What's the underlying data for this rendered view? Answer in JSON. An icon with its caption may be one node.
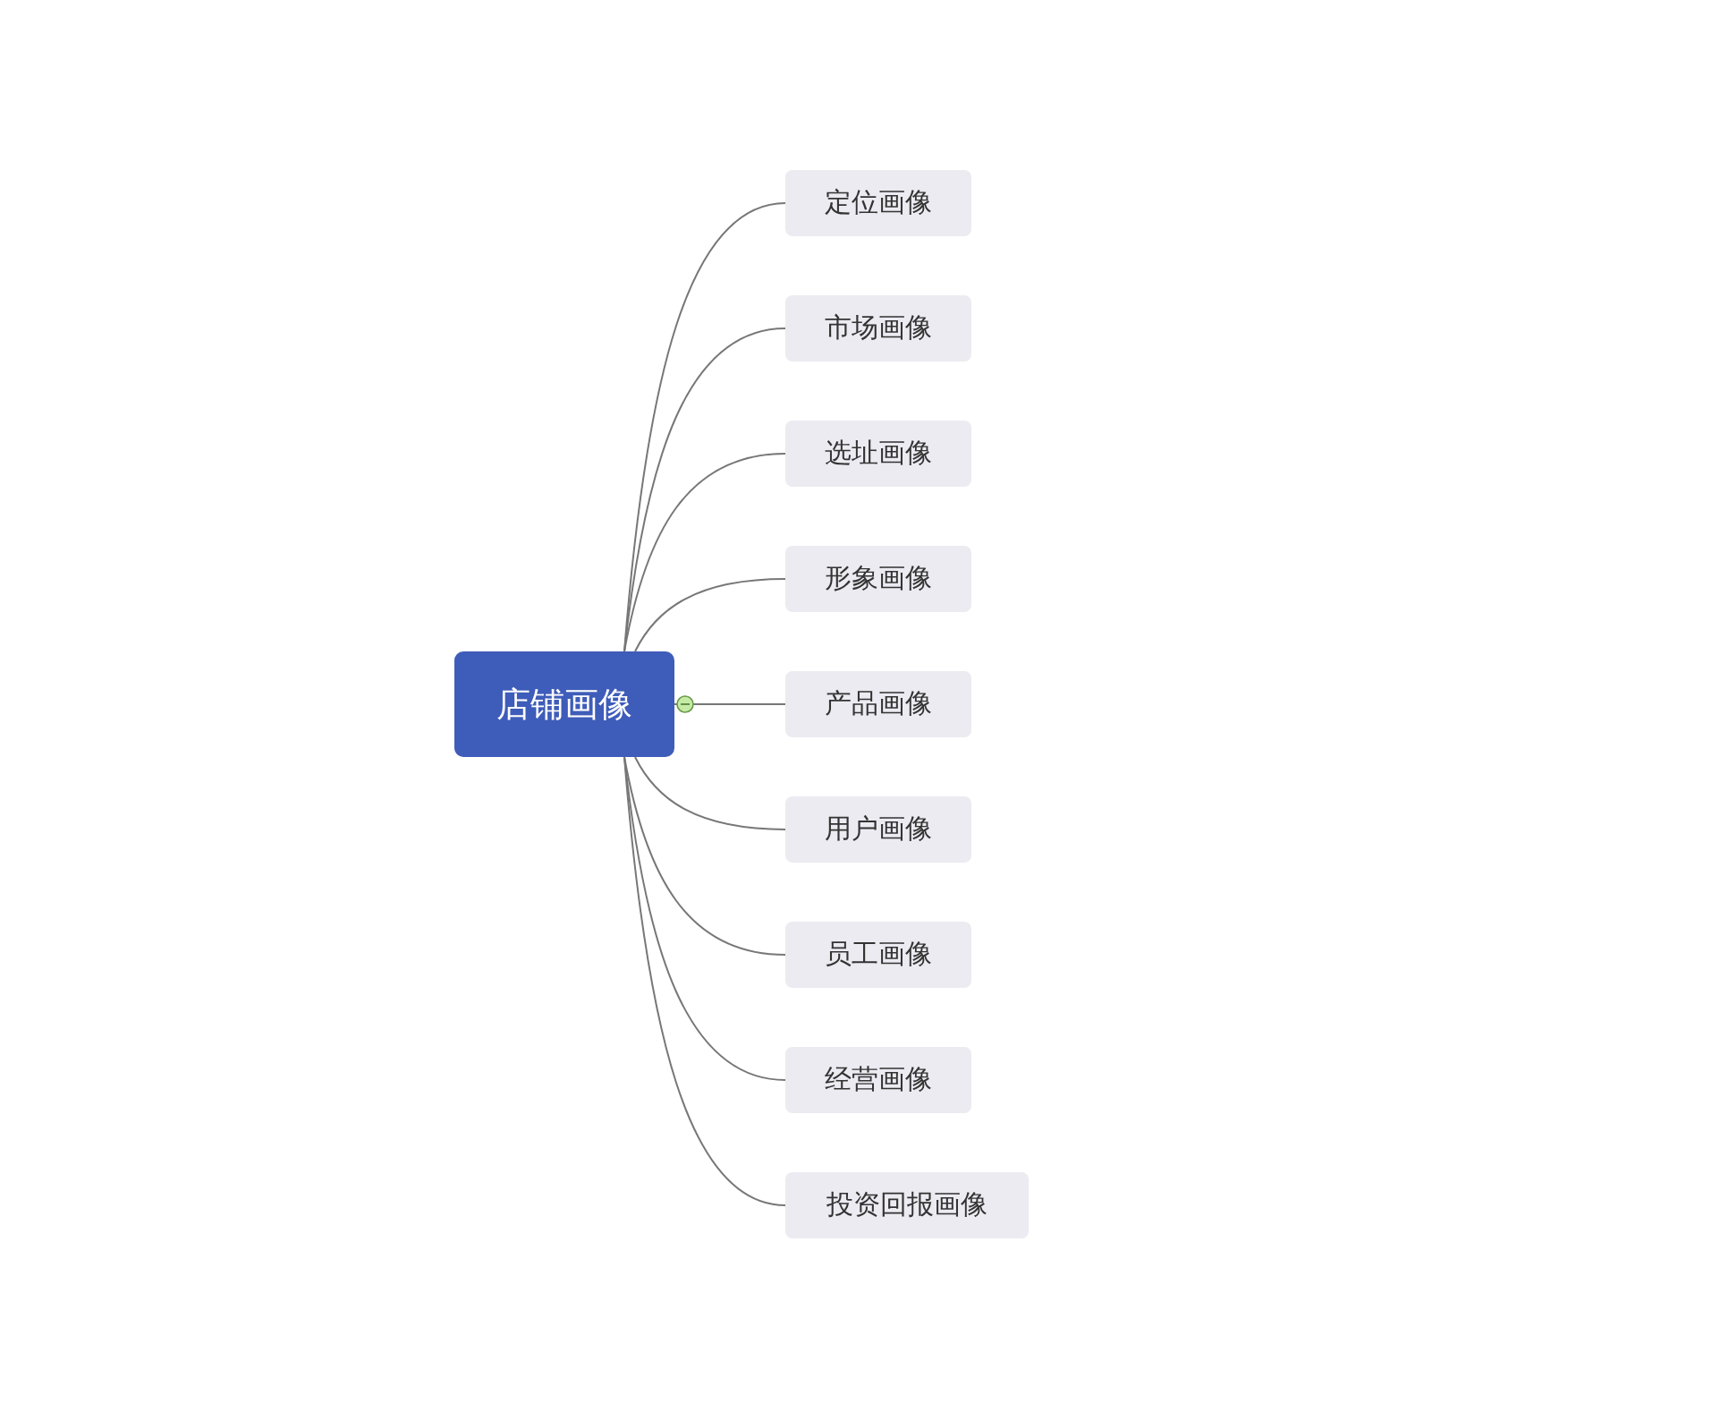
{
  "diagram": {
    "nodes": [
      {
        "text": [
          "店铺画像"
        ]
      },
      {
        "text": [
          "定位画像"
        ]
      },
      {
        "text": [
          "市场画像"
        ]
      },
      {
        "text": [
          "选址画像"
        ]
      },
      {
        "text": [
          "形象画像"
        ]
      },
      {
        "text": [
          "产品画像"
        ]
      },
      {
        "text": [
          "用户画像"
        ]
      },
      {
        "text": [
          "员工画像"
        ]
      },
      {
        "text": [
          "经营画像"
        ]
      },
      {
        "text": [
          "投资回报画像"
        ]
      }
    ],
    "edges": [
      {
        "from": 0,
        "to": 1,
        "arrow": "none"
      },
      {
        "from": 0,
        "to": 2,
        "arrow": "none"
      },
      {
        "from": 0,
        "to": 3,
        "arrow": "none"
      },
      {
        "from": 0,
        "to": 4,
        "arrow": "none"
      },
      {
        "from": 0,
        "to": 5,
        "arrow": "none"
      },
      {
        "from": 0,
        "to": 6,
        "arrow": "none"
      },
      {
        "from": 0,
        "to": 7,
        "arrow": "none"
      },
      {
        "from": 0,
        "to": 8,
        "arrow": "none"
      },
      {
        "from": 0,
        "to": 9,
        "arrow": "none"
      }
    ]
  }
}
